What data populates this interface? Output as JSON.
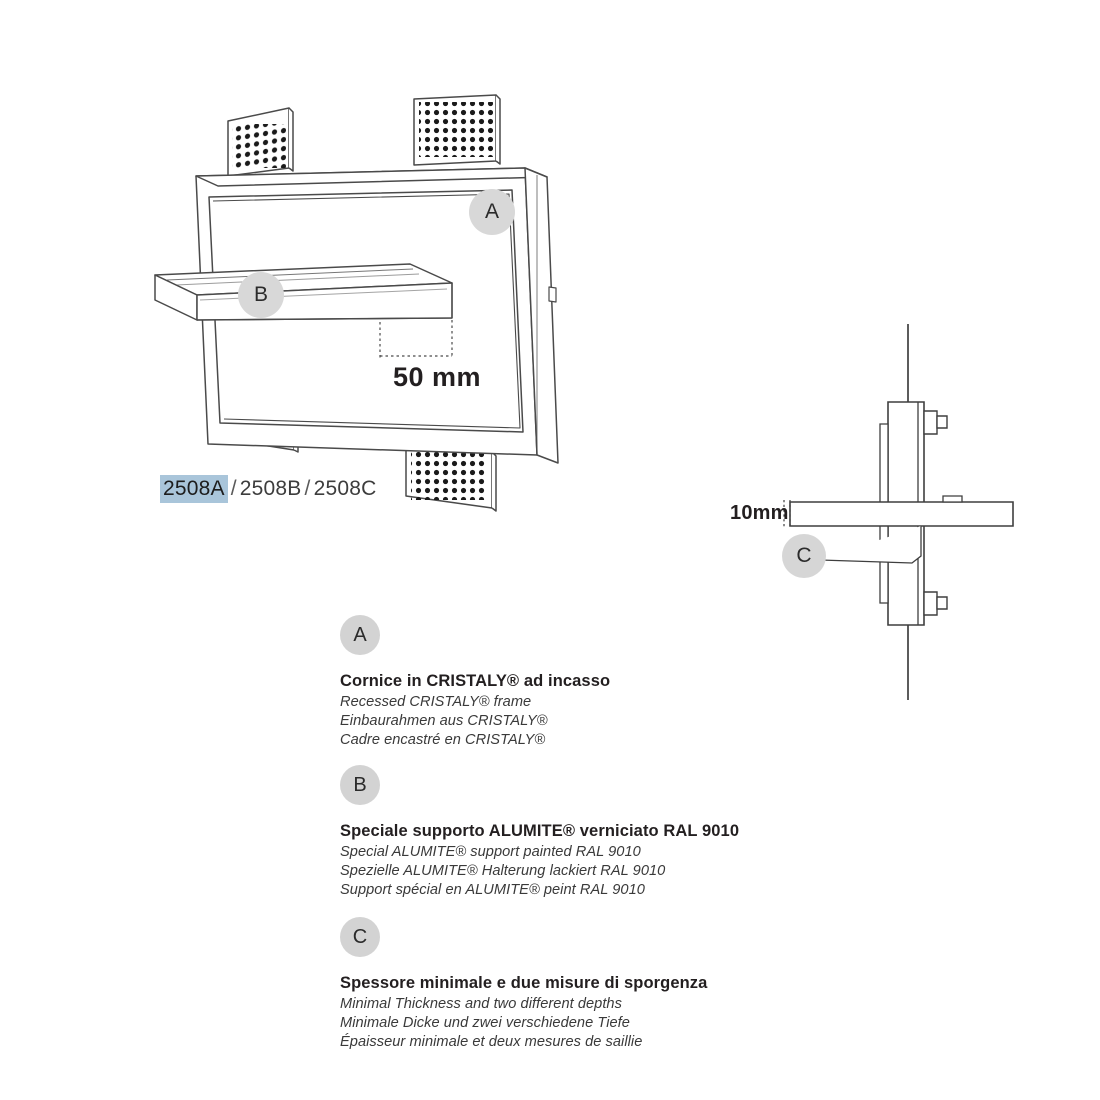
{
  "product_codes": {
    "highlighted": "2508A",
    "others": [
      "2508B",
      "2508C"
    ],
    "separator": "/",
    "highlight_color": "#a9c5da"
  },
  "dimensions": {
    "depth": "50 mm",
    "thickness": "10mm"
  },
  "drawing_badges": {
    "a": "A",
    "b": "B",
    "c": "C"
  },
  "legend": {
    "items": [
      {
        "key": "A",
        "title": "Cornice in CRISTALY® ad incasso",
        "translations": [
          "Recessed CRISTALY® frame",
          "Einbaurahmen aus CRISTALY®",
          "Cadre encastré en CRISTALY®"
        ]
      },
      {
        "key": "B",
        "title": "Speciale supporto ALUMITE® verniciato RAL 9010",
        "translations": [
          "Special ALUMITE® support painted RAL 9010",
          "Spezielle ALUMITE® Halterung lackiert RAL 9010",
          "Support spécial en ALUMITE® peint RAL 9010"
        ]
      },
      {
        "key": "C",
        "title": "Spessore minimale e due misure di sporgenza",
        "translations": [
          "Minimal Thickness and two different depths",
          "Minimale Dicke und zwei verschiedene Tiefe",
          "Épaisseur minimale et deux mesures de saillie"
        ]
      }
    ]
  },
  "colors": {
    "line": "#4a4a4a",
    "badge": "#d6d6d6",
    "text": "#231f20"
  }
}
